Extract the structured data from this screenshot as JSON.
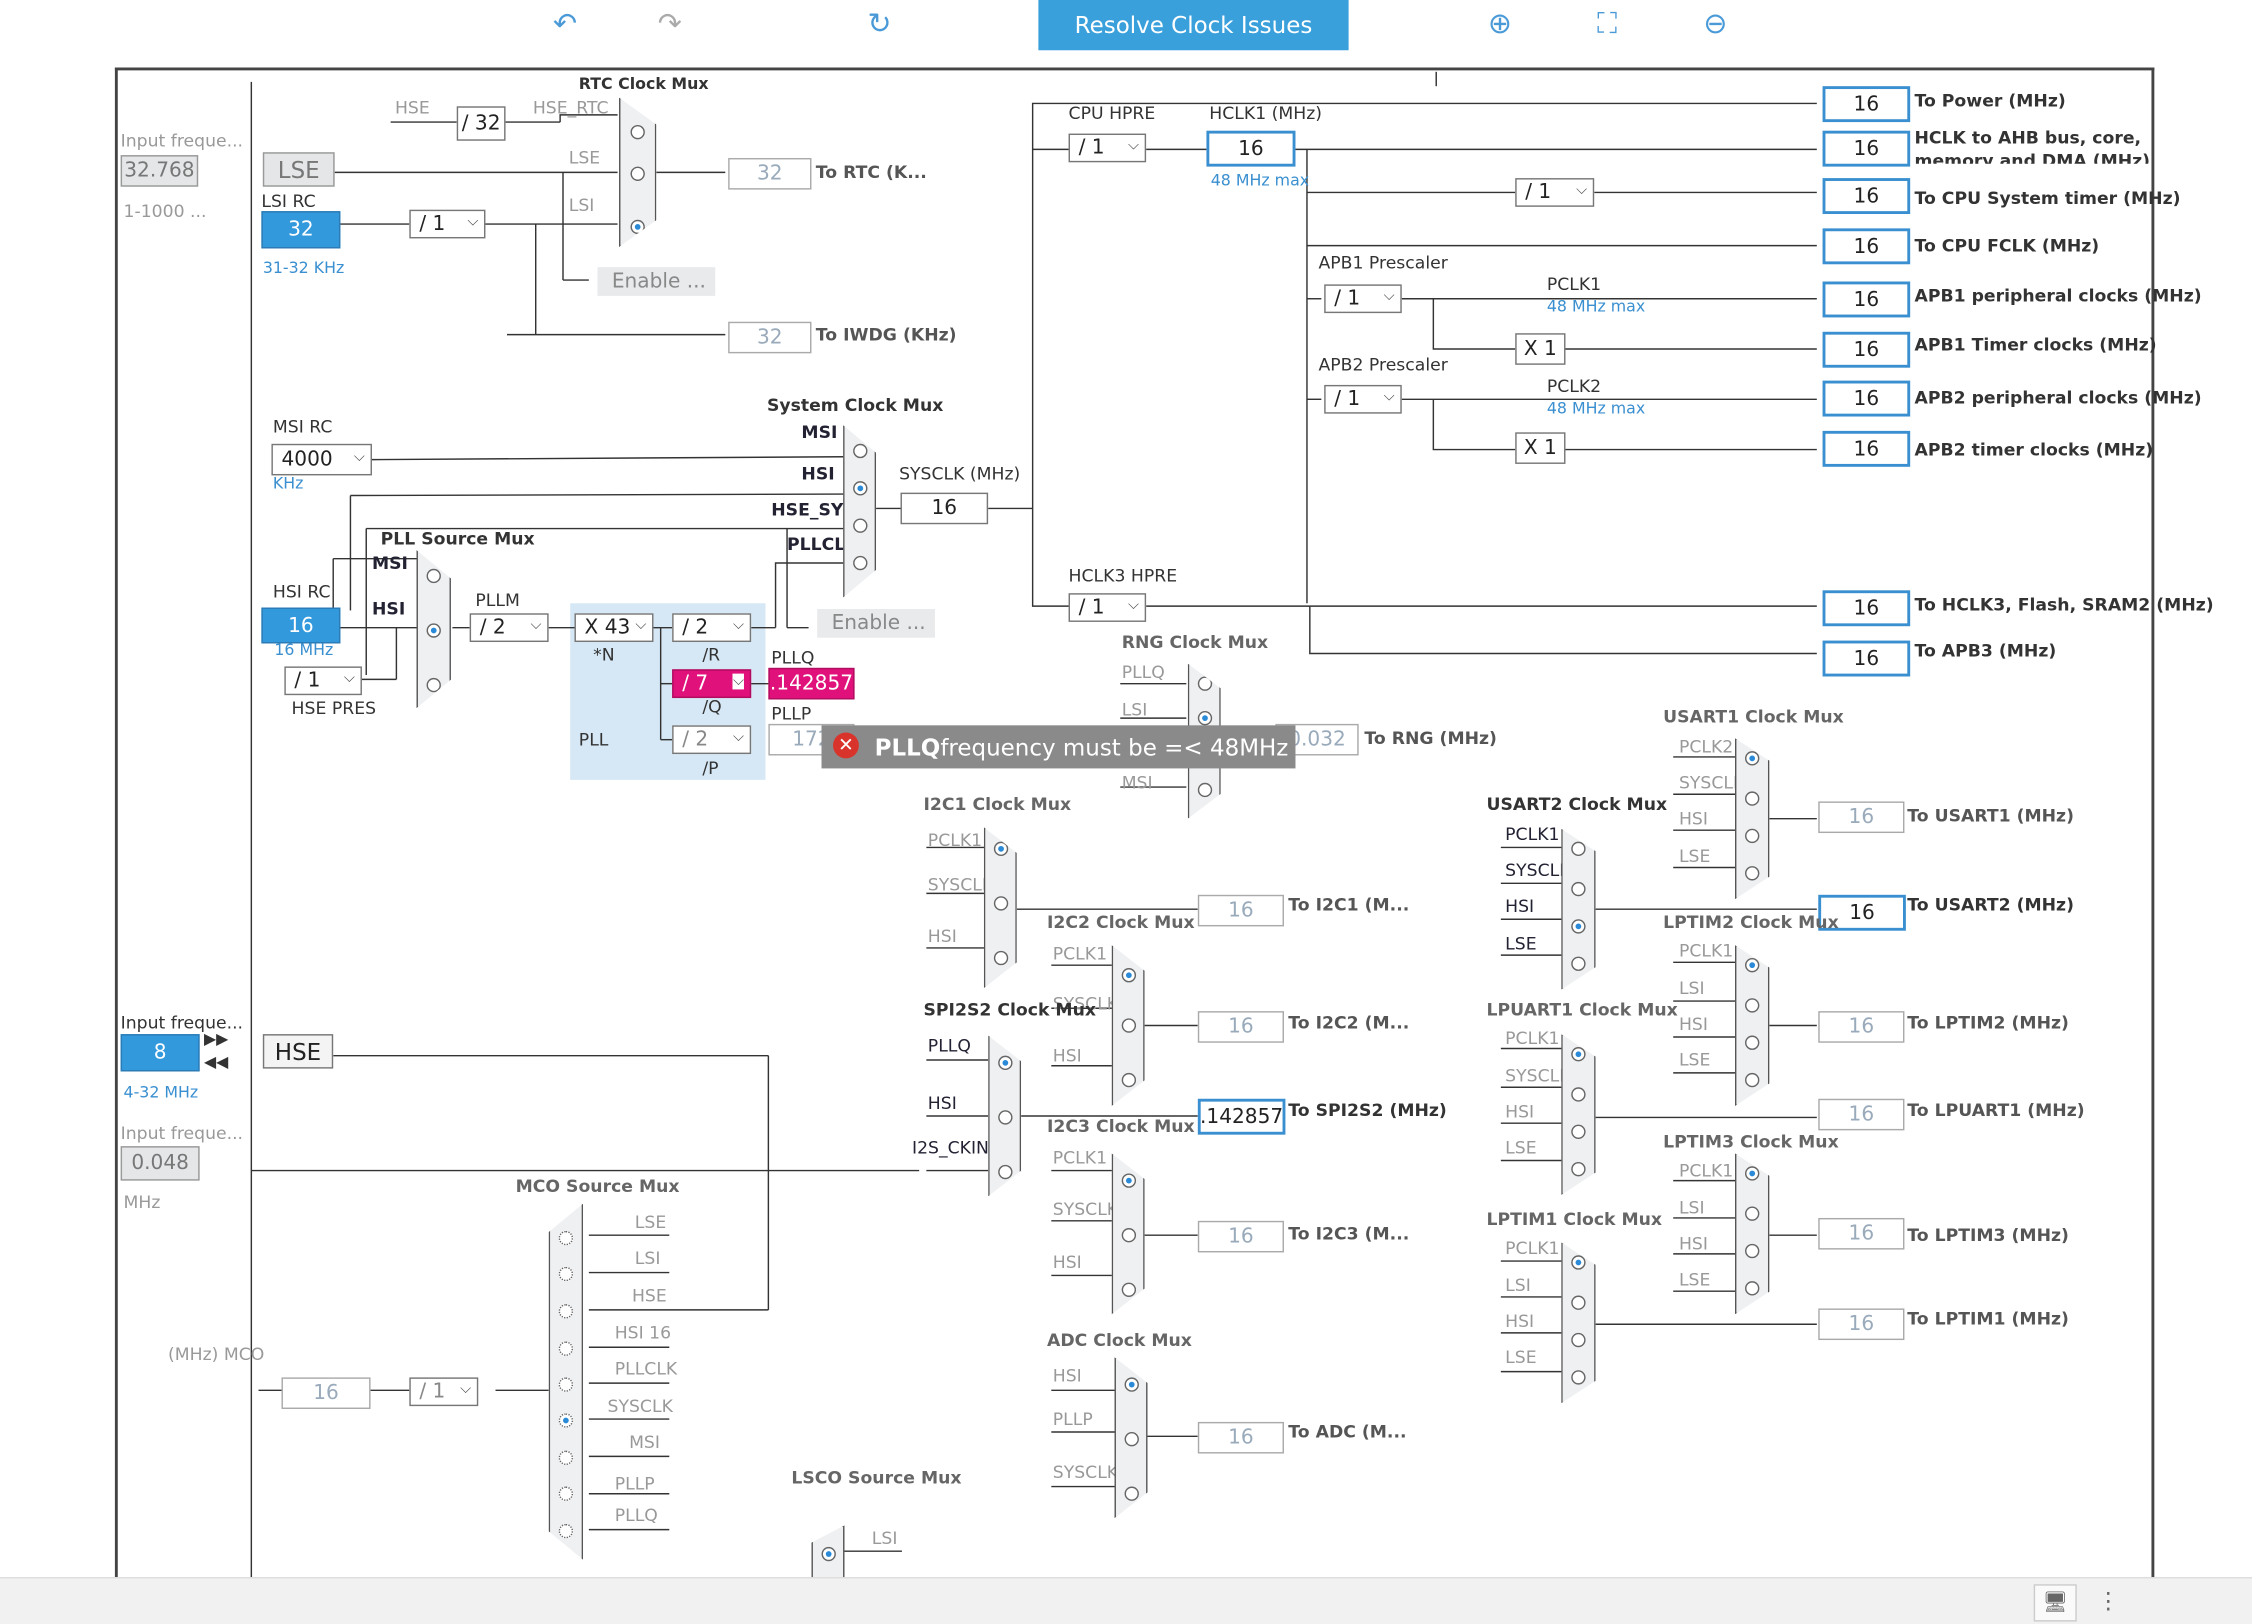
{
  "toolbar": {
    "undo_icon": "undo-icon",
    "redo_icon": "redo-icon",
    "refresh_icon": "refresh-icon",
    "resolve_label": "Resolve Clock Issues",
    "zoom_in_icon": "zoom-in-icon",
    "fit_icon": "fit-screen-icon",
    "zoom_out_icon": "zoom-out-icon"
  },
  "rtc": {
    "title": "RTC Clock Mux",
    "hse": "HSE",
    "div32": "/ 32",
    "hse_rtc": "HSE_RTC",
    "lse": "LSE",
    "lsi": "LSI",
    "out": "32",
    "out_label": "To RTC (K...",
    "enable": "Enable ..."
  },
  "lse": {
    "input_label": "Input freque...",
    "value": "32.768",
    "box": "LSE",
    "range": "1-1000 ..."
  },
  "lsi": {
    "label": "LSI RC",
    "value": "32",
    "range": "31-32 KHz",
    "div": "/ 1"
  },
  "iwdg": {
    "out": "32",
    "label": "To IWDG (KHz)"
  },
  "msi": {
    "label": "MSI RC",
    "value": "4000",
    "unit": "KHz"
  },
  "hsi": {
    "label": "HSI RC",
    "value": "16",
    "range": "16 MHz",
    "pres": "/ 1",
    "pres_label": "HSE PRES"
  },
  "pll_source": {
    "title": "PLL Source Mux",
    "msi": "MSI",
    "hsi": "HSI"
  },
  "pll": {
    "pllm_label": "PLLM",
    "pllm": "/ 2",
    "n": "X 43",
    "n_label": "*N",
    "r": "/ 2",
    "r_label": "/R",
    "q": "/ 7",
    "q_label": "/Q",
    "p": "/ 2",
    "p_label": "/P",
    "pll_label": "PLL",
    "pllq_label": "PLLQ",
    "pllq_value": ".142857",
    "pllp_label": "PLLP",
    "pllp_value": "172",
    "enable": "Enable ..."
  },
  "sysmux": {
    "title": "System Clock Mux",
    "msi": "MSI",
    "hsi": "HSI",
    "hse_sys": "HSE_SYS",
    "pllclk": "PLLCLK",
    "sysclk_label": "SYSCLK (MHz)",
    "sysclk": "16"
  },
  "cpu": {
    "hpre_label": "CPU HPRE",
    "hpre": "/ 1",
    "hclk1_label": "HCLK1 (MHz)",
    "hclk1": "16",
    "hclk1_max": "48 MHz max",
    "timer_div": "/ 1"
  },
  "apb1": {
    "label": "APB1 Prescaler",
    "div": "/ 1",
    "pclk1": "PCLK1",
    "pclk1_max": "48 MHz max",
    "x1": "X 1"
  },
  "apb2": {
    "label": "APB2 Prescaler",
    "div": "/ 1",
    "pclk2": "PCLK2",
    "pclk2_max": "48 MHz max",
    "x1": "X 1"
  },
  "hclk3": {
    "label": "HCLK3 HPRE",
    "div": "/ 1"
  },
  "outputs": [
    {
      "value": "16",
      "label": "To Power (MHz)"
    },
    {
      "value": "16",
      "label": "HCLK to AHB bus, core,"
    },
    {
      "value": "16",
      "label": "To CPU System timer (MHz)"
    },
    {
      "value": "16",
      "label": "To CPU FCLK (MHz)"
    },
    {
      "value": "16",
      "label": "APB1 peripheral clocks (MHz)"
    },
    {
      "value": "16",
      "label": "APB1 Timer clocks (MHz)"
    },
    {
      "value": "16",
      "label": "APB2 peripheral clocks (MHz)"
    },
    {
      "value": "16",
      "label": "APB2 timer clocks (MHz)"
    },
    {
      "value": "16",
      "label": "To HCLK3, Flash, SRAM2 (MHz)"
    },
    {
      "value": "16",
      "label": "To APB3 (MHz)"
    }
  ],
  "ahb_label2": "memory and DMA (MHz)",
  "rng": {
    "title": "RNG Clock Mux",
    "pllq": "PLLQ",
    "lsi": "LSI",
    "msi": "MSI",
    "out": "0.032",
    "label": "To RNG (MHz)"
  },
  "error": {
    "bold": "PLLQ",
    "text": " frequency must be =< 48MHz",
    "icon": "error-icon"
  },
  "i2c1": {
    "title": "I2C1 Clock Mux",
    "pclk1": "PCLK1",
    "sysclk": "SYSCLK",
    "hsi": "HSI",
    "out": "16",
    "label": "To I2C1 (M..."
  },
  "i2c2": {
    "title": "I2C2 Clock Mux",
    "pclk1": "PCLK1",
    "sysclk": "SYSCLK",
    "hsi": "HSI",
    "out": "16",
    "label": "To I2C2 (M..."
  },
  "i2c3": {
    "title": "I2C3 Clock Mux",
    "pclk1": "PCLK1",
    "sysclk": "SYSCLK",
    "hsi": "HSI",
    "out": "16",
    "label": "To I2C3 (M..."
  },
  "spi2s2": {
    "title": "SPI2S2 Clock Mux",
    "pllq": "PLLQ",
    "hsi": "HSI",
    "ckin": "I2S_CKIN",
    "out": ".142857",
    "label": "To SPI2S2 (MHz)"
  },
  "adc": {
    "title": "ADC Clock Mux",
    "hsi": "HSI",
    "pllp": "PLLP",
    "sysclk": "SYSCLK",
    "out": "16",
    "label": "To ADC (M..."
  },
  "lsco": {
    "title": "LSCO Source Mux",
    "lsi": "LSI"
  },
  "hse": {
    "input_label": "Input freque...",
    "value": "8",
    "box": "HSE",
    "range": "4-32 MHz",
    "input2_label": "Input freque...",
    "value2": "0.048",
    "unit": "MHz"
  },
  "mco": {
    "title": "MCO Source Mux",
    "items": [
      "LSE",
      "LSI",
      "HSE",
      "HSI 16",
      "PLLCLK",
      "SYSCLK",
      "MSI",
      "PLLP",
      "PLLQ"
    ],
    "label": "(MHz) MCO",
    "out": "16",
    "div": "/ 1"
  },
  "usart1": {
    "title": "USART1 Clock Mux",
    "pclk2": "PCLK2",
    "sysclk": "SYSCLK",
    "hsi": "HSI",
    "lse": "LSE",
    "out": "16",
    "label": "To USART1 (MHz)"
  },
  "usart2": {
    "title": "USART2 Clock Mux",
    "pclk1": "PCLK1",
    "sysclk": "SYSCLK",
    "hsi": "HSI",
    "lse": "LSE",
    "out": "16",
    "label": "To USART2 (MHz)"
  },
  "lptim2": {
    "title": "LPTIM2 Clock Mux",
    "pclk1": "PCLK1",
    "lsi": "LSI",
    "hsi": "HSI",
    "lse": "LSE",
    "out": "16",
    "label": "To LPTIM2 (MHz)"
  },
  "lpuart1": {
    "title": "LPUART1 Clock Mux",
    "pclk1": "PCLK1",
    "sysclk": "SYSCLK",
    "hsi": "HSI",
    "lse": "LSE",
    "out": "16",
    "label": "To LPUART1 (MHz)"
  },
  "lptim3": {
    "title": "LPTIM3 Clock Mux",
    "pclk1": "PCLK1",
    "lsi": "LSI",
    "hsi": "HSI",
    "lse": "LSE",
    "out": "16",
    "label": "To LPTIM3 (MHz)"
  },
  "lptim1": {
    "title": "LPTIM1 Clock Mux",
    "pclk1": "PCLK1",
    "lsi": "LSI",
    "hsi": "HSI",
    "lse": "LSE",
    "out": "16",
    "label": "To LPTIM1 (MHz)"
  },
  "statusbar": {
    "icon": "screen-settings-icon",
    "menu_icon": "more-vertical-icon"
  }
}
